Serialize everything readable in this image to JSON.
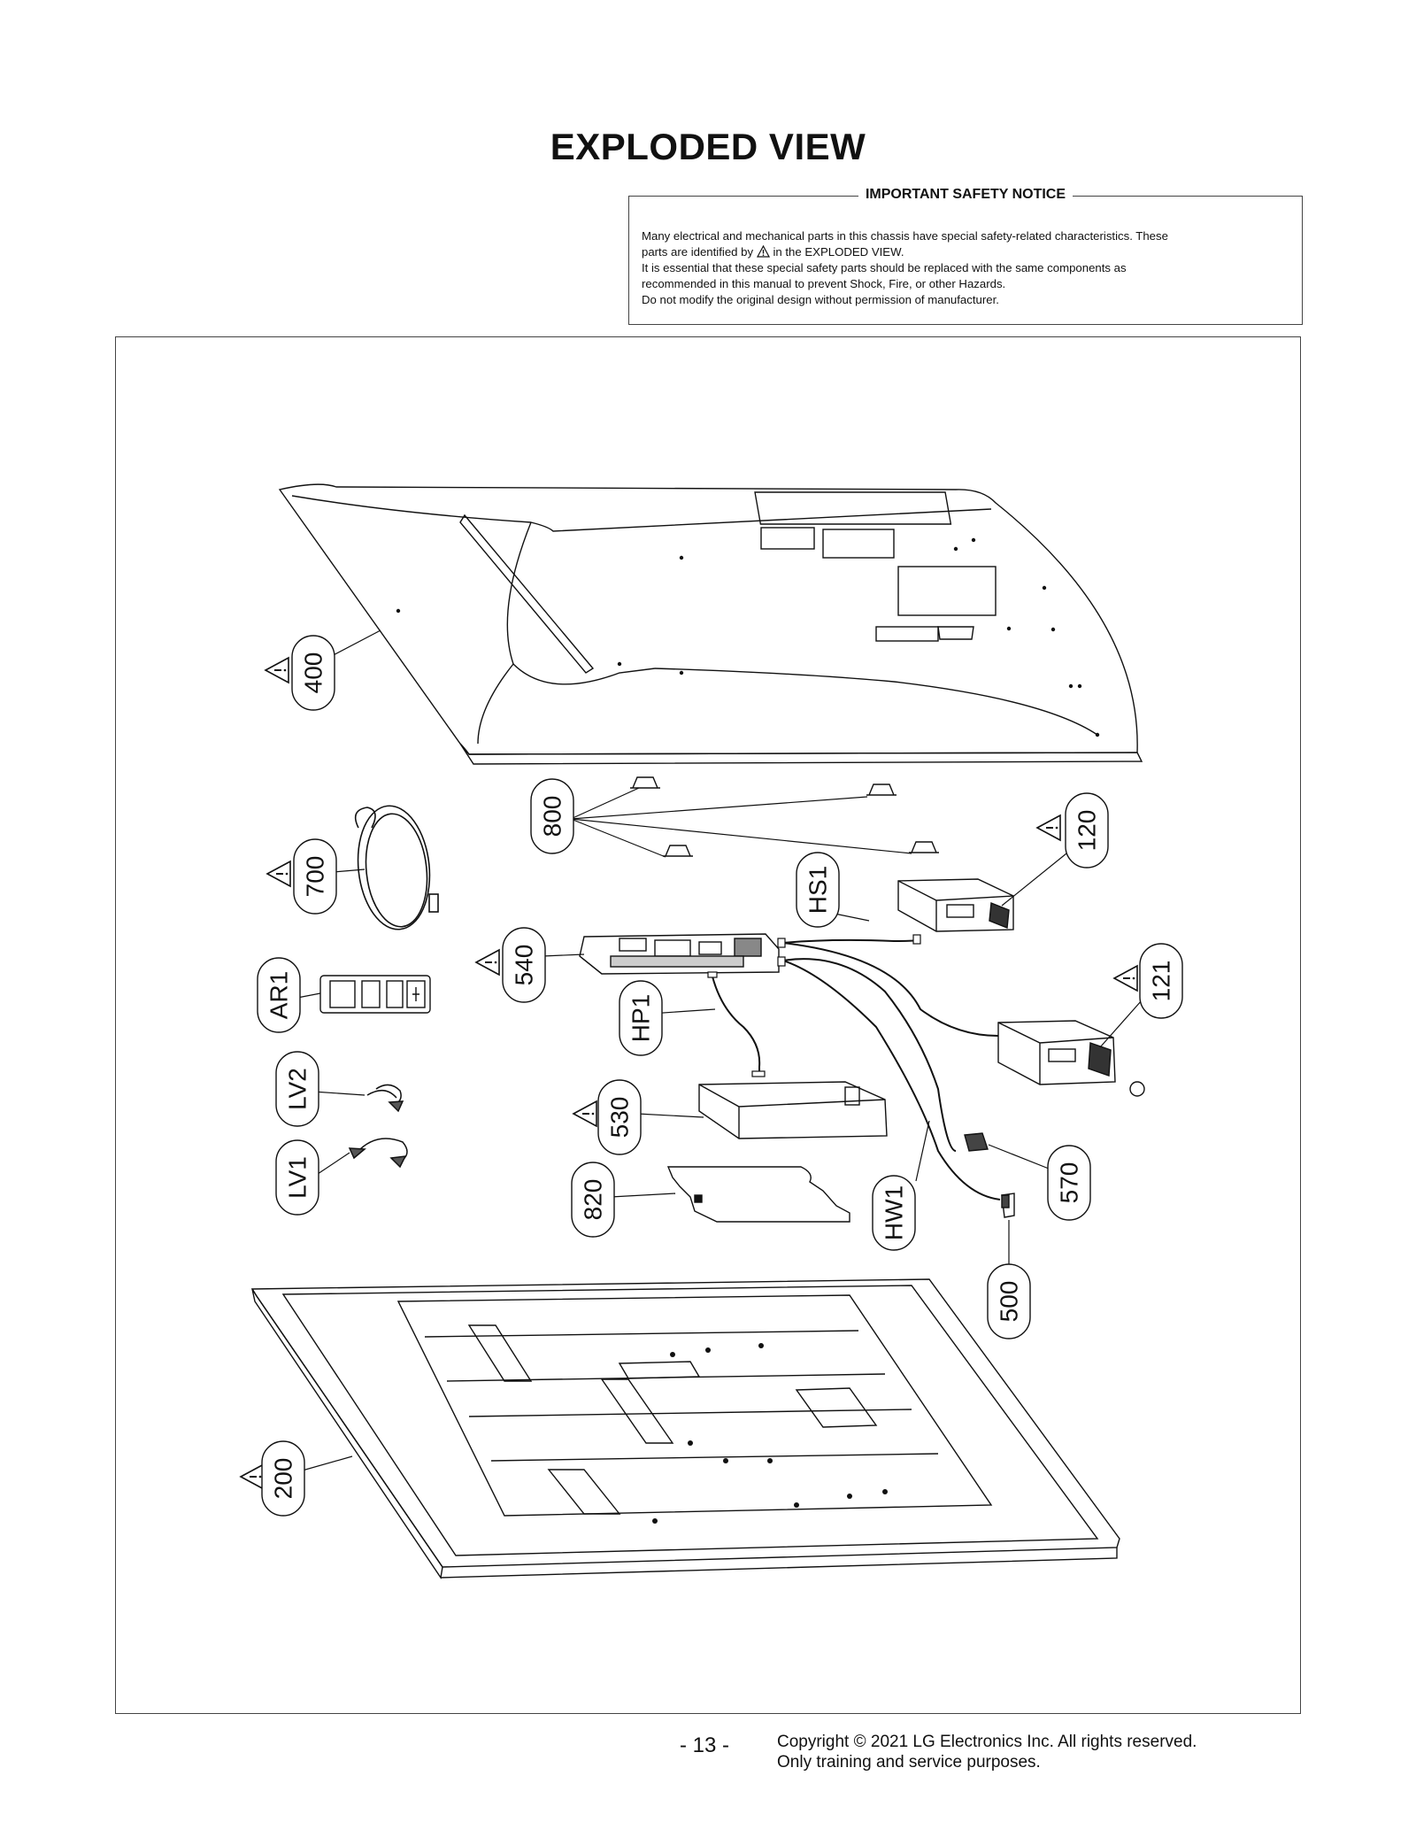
{
  "title": "EXPLODED VIEW",
  "notice": {
    "title": "IMPORTANT SAFETY NOTICE",
    "line1": "Many electrical and mechanical parts in this chassis have special safety-related characteristics. These",
    "line2_before": "parts are identified by",
    "line2_after": "in the EXPLODED VIEW.",
    "line3": "It is essential that these special safety parts should be replaced with the same components as",
    "line4": "recommended in this manual to prevent Shock, Fire, or other Hazards.",
    "line5": "Do not modify the original design without permission of manufacturer."
  },
  "parts": {
    "p400": "400",
    "p800": "800",
    "p120": "120",
    "p700": "700",
    "hs1": "HS1",
    "p540": "540",
    "p121": "121",
    "ar1": "AR1",
    "hp1": "HP1",
    "lv2": "LV2",
    "p530": "530",
    "lv1": "LV1",
    "p820": "820",
    "p570": "570",
    "hw1": "HW1",
    "p500": "500",
    "p200": "200"
  },
  "footer": {
    "page": "- 13 -",
    "copyright": "Copyright © 2021 LG Electronics Inc. All rights reserved.",
    "purpose": "Only training and service purposes."
  }
}
